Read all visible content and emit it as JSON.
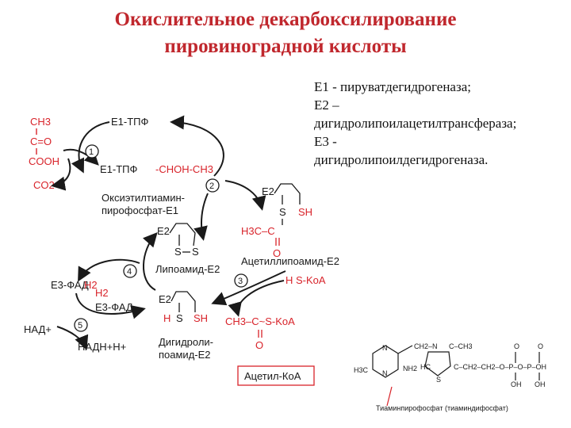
{
  "title": {
    "line1": "Окислительное декарбоксилирование",
    "line2": "пировиноградной кислоты"
  },
  "legend": {
    "e1": "Е1 - пируватдегидрогеназа;",
    "e2a": "Е2 –",
    "e2b": "дигидролипоилацетилтрансфераза;",
    "e3a": "Е3 -",
    "e3b": "дигидролипоилдегидрогеназа."
  },
  "scheme": {
    "pyruvate": {
      "ch3": "CH3",
      "co": "C=O",
      "cooh": "COOH"
    },
    "co2": "CO2",
    "e1_tpp": "E1-ТПФ",
    "e1_tpp_bound": "E1-ТПФ",
    "choh_ch3": "-CHOH-CH3",
    "oxyethyl_1": "Оксиэтилтиамин-",
    "oxyethyl_2": "пирофосфат-Е1",
    "e2": "E2",
    "s": "S",
    "sh": "SH",
    "h": "H",
    "h3c_c": "H3C–C",
    "o": "O",
    "acetyllipoamide": "Ацетиллипоамид-Е2",
    "lipoamide": "Липоамид-Е2",
    "e3_fad": "E3-ФАД",
    "h2": "H2",
    "e3_fad_ox": "E3-ФАД",
    "nad": "НАД+",
    "nadh": "НАДН+Н+",
    "dihydro_1": "Дигидроли-",
    "dihydro_2": "поамид-Е2",
    "hs_coa": "H S-KoA",
    "acetyl_chain": "CH3–C~S-KoA",
    "acetyl_coa": "Ацетил-КоА",
    "steps": [
      "1",
      "2",
      "3",
      "4",
      "5"
    ],
    "tpp_caption": "Тиаминпирофосфат (тиаминдифосфат)"
  }
}
